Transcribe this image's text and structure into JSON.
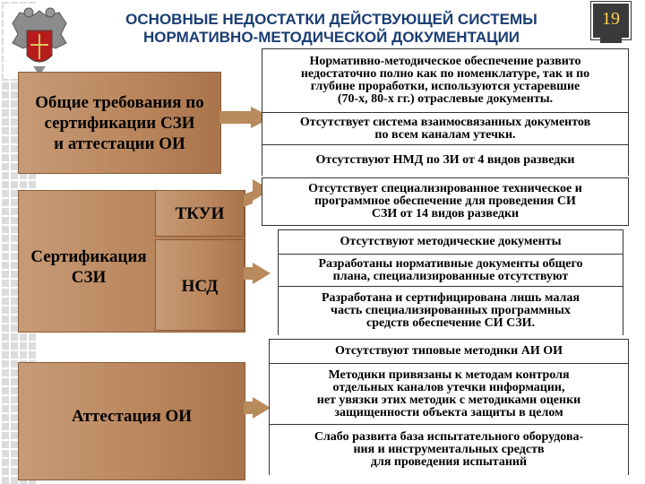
{
  "header": {
    "title_line1": "ОСНОВНЫЕ НЕДОСТАТКИ ДЕЙСТВУЮЩЕЙ СИСТЕМЫ",
    "title_line2": "НОРМАТИВНО-МЕТОДИЧЕСКОЙ ДОКУМЕНТАЦИИ",
    "page_number": "19"
  },
  "left": {
    "general": [
      "Общие требования по",
      "сертификации СЗИ",
      "и аттестации ОИ"
    ],
    "tkui": "ТКУИ",
    "cert": [
      "Сертификация",
      "СЗИ"
    ],
    "nsd": "НСД",
    "attest": "Аттестация ОИ"
  },
  "right": {
    "g1": {
      "item1": [
        "Нормативно-методическое обеспечение развито",
        "недостаточно полно как по номенклатуре, так и по",
        "глубине проработки, используются устаревшие",
        "(70-х, 80-х гг.) отраслевые документы."
      ],
      "item2": [
        "Отсутствует система взаимосвязанных документов",
        "по всем каналам утечки."
      ],
      "item3": "Отсутствуют НМД по ЗИ от 4 видов разведки"
    },
    "g2": [
      "Отсутствует специализированное техническое и",
      "программное обеспечение для проведения СИ",
      "СЗИ от 14 видов разведки"
    ],
    "g3": {
      "item1": "Отсутствуют методические документы",
      "item2": [
        "Разработаны нормативные документы общего",
        "плана, специализированные отсутствуют"
      ],
      "item3": [
        "Разработана и сертифицирована лишь малая",
        "часть специализированных программных",
        "средств обеспечение СИ СЗИ."
      ]
    },
    "g4": {
      "item1": "Отсутствуют типовые методики АИ ОИ",
      "item2": [
        "Методики привязаны к методам контроля",
        "отдельных каналов утечки информации,",
        "нет увязки этих методик с методиками оценки",
        "защищенности объекта защиты в целом"
      ],
      "item3": [
        "Слабо развита база испытательного оборудова-",
        "ния и инструментальных средств",
        "для проведения испытаний"
      ]
    }
  },
  "colors": {
    "title": "#1a3d73",
    "box_brown": "#b9855c",
    "page_number_text": "#ffd54a"
  },
  "icons": {
    "logo": "double-headed-eagle-emblem"
  }
}
